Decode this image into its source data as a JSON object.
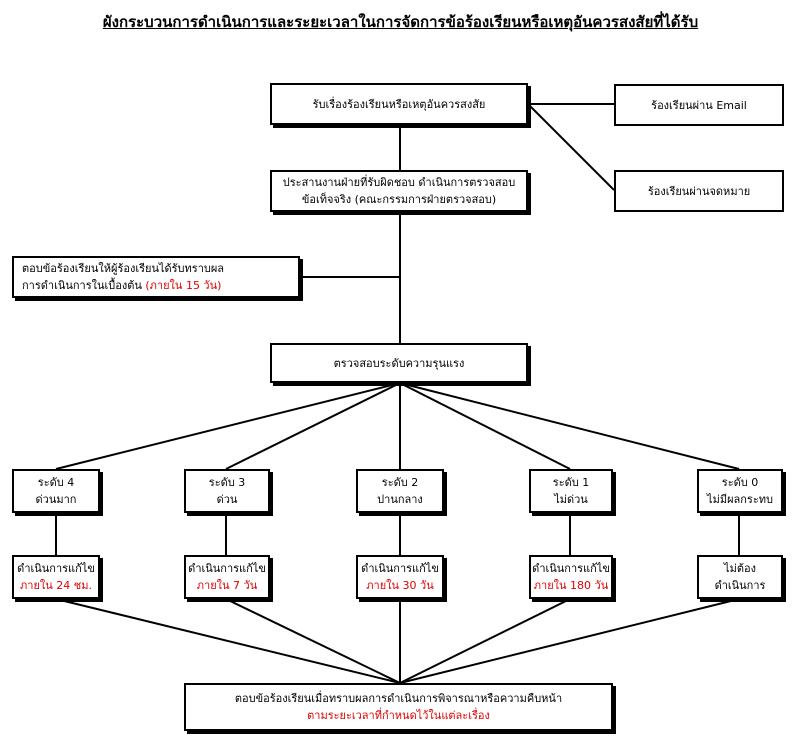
{
  "title": "ผังกระบวนการดำเนินการและระยะเวลาในการจัดการข้อร้องเรียนหรือเหตุอันควรสงสัยที่ได้รับ",
  "receive": {
    "text": "รับเรื่องร้องเรียนหรือเหตุอันควรสงสัย"
  },
  "channels": [
    {
      "text": "ร้องเรียนผ่าน Email"
    },
    {
      "text": "ร้องเรียนผ่านจดหมาย"
    }
  ],
  "coordinate": {
    "line1": "ประสานงานฝ่ายที่รับผิดชอบ ดำเนินการตรวจสอบ",
    "line2": "ข้อเท็จจริง (คณะกรรมการฝ่ายตรวจสอบ)"
  },
  "initial_reply": {
    "line1": "ตอบข้อร้องเรียนให้ผู้ร้องเรียนได้รับทราบผล",
    "line2": "การดำเนินการในเบื้องต้น",
    "deadline": "(ภายใน 15 วัน)"
  },
  "severity_check": {
    "text": "ตรวจสอบระดับความรุนแรง"
  },
  "levels": [
    {
      "level": "ระดับ 4",
      "desc": "ด่วนมาก",
      "action": "ดำเนินการแก้ไข",
      "deadline": "ภายใน 24 ชม."
    },
    {
      "level": "ระดับ 3",
      "desc": "ด่วน",
      "action": "ดำเนินการแก้ไข",
      "deadline": "ภายใน 7 วัน"
    },
    {
      "level": "ระดับ 2",
      "desc": "ปานกลาง",
      "action": "ดำเนินการแก้ไข",
      "deadline": "ภายใน 30 วัน"
    },
    {
      "level": "ระดับ 1",
      "desc": "ไม่ด่วน",
      "action": "ดำเนินการแก้ไข",
      "deadline": "ภายใน 180 วัน"
    },
    {
      "level": "ระดับ 0",
      "desc": "ไม่มีผลกระทบ",
      "action": "ไม่ต้อง",
      "deadline": "ดำเนินการ"
    }
  ],
  "final": {
    "line1": "ตอบข้อร้องเรียนเมื่อทราบผลการดำเนินการพิจารณาหรือความคืบหน้า",
    "line2": "ตามระยะเวลาที่กำหนดไว้ในแต่ละเรื่อง"
  }
}
